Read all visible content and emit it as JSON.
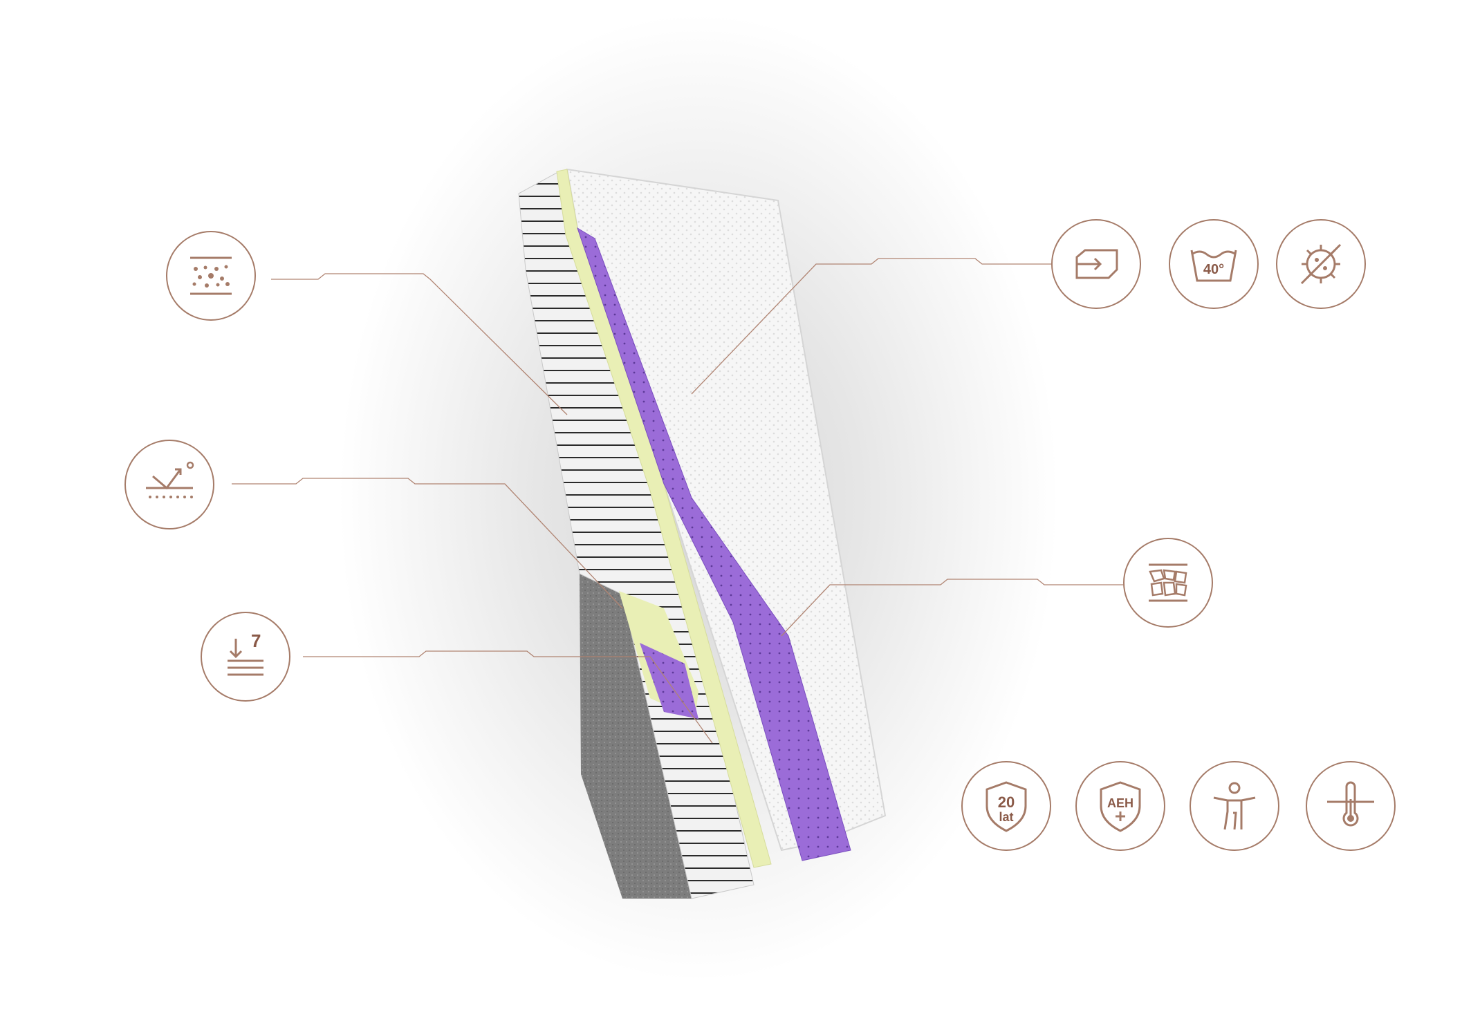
{
  "colors": {
    "accent": "#a57b68",
    "accent_dark": "#8a5a48",
    "purple_layer": "#9a6bd6",
    "yellow_layer": "#e9efb5",
    "cover_white": "#f5f5f5",
    "base_grey": "#7a7a7a"
  },
  "features": [
    {
      "icon": "foam-structure-icon"
    },
    {
      "icon": "pressure-relief-icon"
    },
    {
      "icon": "seven-zones-icon"
    },
    {
      "icon": "removable-cover-icon"
    },
    {
      "icon": "wash-40-icon"
    },
    {
      "icon": "antiallergic-icon"
    },
    {
      "icon": "foam-cells-icon"
    },
    {
      "icon": "warranty-icon",
      "label": "20",
      "sublabel": "lat"
    },
    {
      "icon": "aeh-certificate-icon",
      "label": "AEH"
    },
    {
      "icon": "body-support-icon"
    },
    {
      "icon": "thermoregulation-icon"
    }
  ],
  "wash": {
    "temperature": "40°"
  },
  "zones": {
    "count": "7"
  }
}
